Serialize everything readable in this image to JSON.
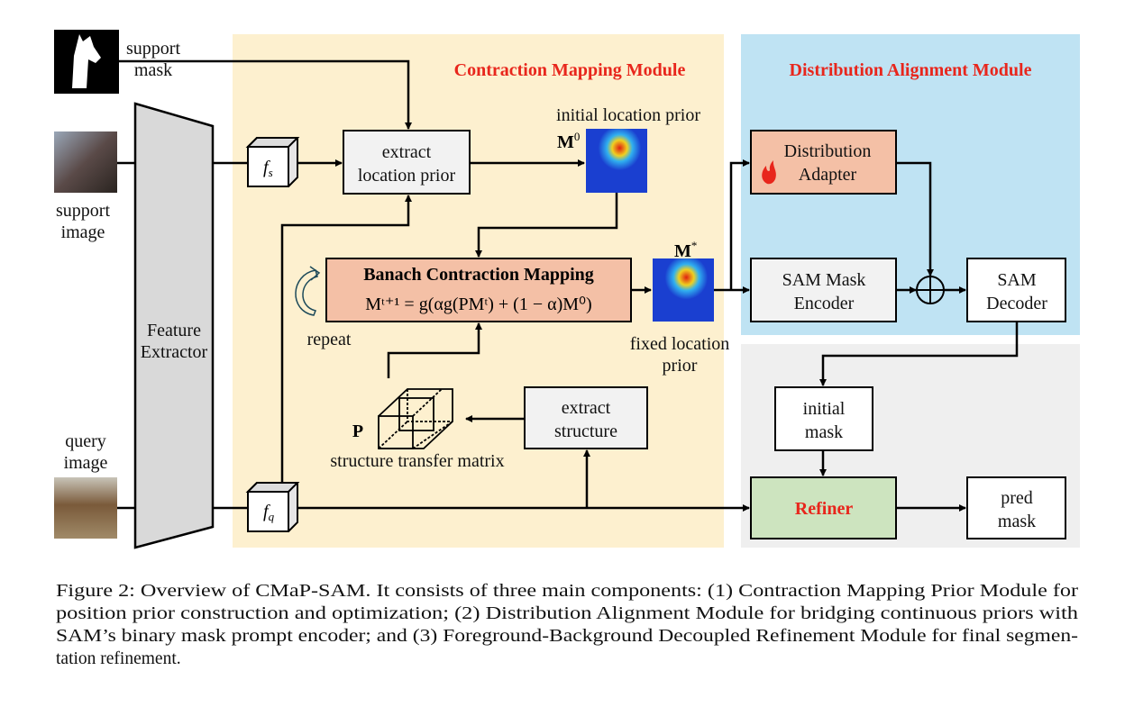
{
  "modules": {
    "contraction_title": "Contraction Mapping Module",
    "distribution_title": "Distribution Alignment Module"
  },
  "inputs": {
    "support_mask": [
      "support",
      "mask"
    ],
    "support_image": [
      "support",
      "image"
    ],
    "query_image": [
      "query",
      "image"
    ]
  },
  "feature_extractor": [
    "Feature",
    "Extractor"
  ],
  "features": {
    "fs": "f",
    "fs_sub": "s",
    "fq": "f",
    "fq_sub": "q"
  },
  "extract_location_prior": [
    "extract",
    "location prior"
  ],
  "initial_prior": {
    "label": "initial location prior",
    "symbol": "M",
    "sup": "0"
  },
  "banach": {
    "title": "Banach Contraction Mapping",
    "equation": "Mᵗ⁺¹ = g(αg(PMᵗ) + (1 − α)M⁰)"
  },
  "repeat_label": "repeat",
  "fixed_prior": {
    "label": [
      "fixed location",
      "prior"
    ],
    "symbol": "M",
    "sup": "*"
  },
  "extract_structure": [
    "extract",
    "structure"
  ],
  "structure_matrix": {
    "symbol": "P",
    "label": "structure transfer matrix"
  },
  "distribution_adapter": [
    "Distribution",
    "Adapter"
  ],
  "sam_mask_encoder": [
    "SAM Mask",
    "Encoder"
  ],
  "sam_decoder": [
    "SAM",
    "Decoder"
  ],
  "initial_mask": [
    "initial",
    "mask"
  ],
  "refiner": "Refiner",
  "pred_mask": [
    "pred",
    "mask"
  ],
  "colors": {
    "contraction_bg": "#fdf0cf",
    "distribution_bg": "#bfe3f3",
    "refine_bg": "#efefef",
    "module_title": "#e8261c",
    "salmon_box": "#f4c0a6",
    "gray_box": "#f2f2f2",
    "refiner_box": "#cde4bf"
  },
  "caption": [
    "Figure 2: Overview of CMaP-SAM. It consists of three main components: (1) Contraction Mapping Prior Module for",
    "position prior construction and optimization; (2) Distribution Alignment Module for bridging continuous priors with",
    "SAM’s binary mask prompt encoder; and (3) Foreground-Background Decoupled Refinement Module for final segmen-",
    "tation refinement."
  ]
}
